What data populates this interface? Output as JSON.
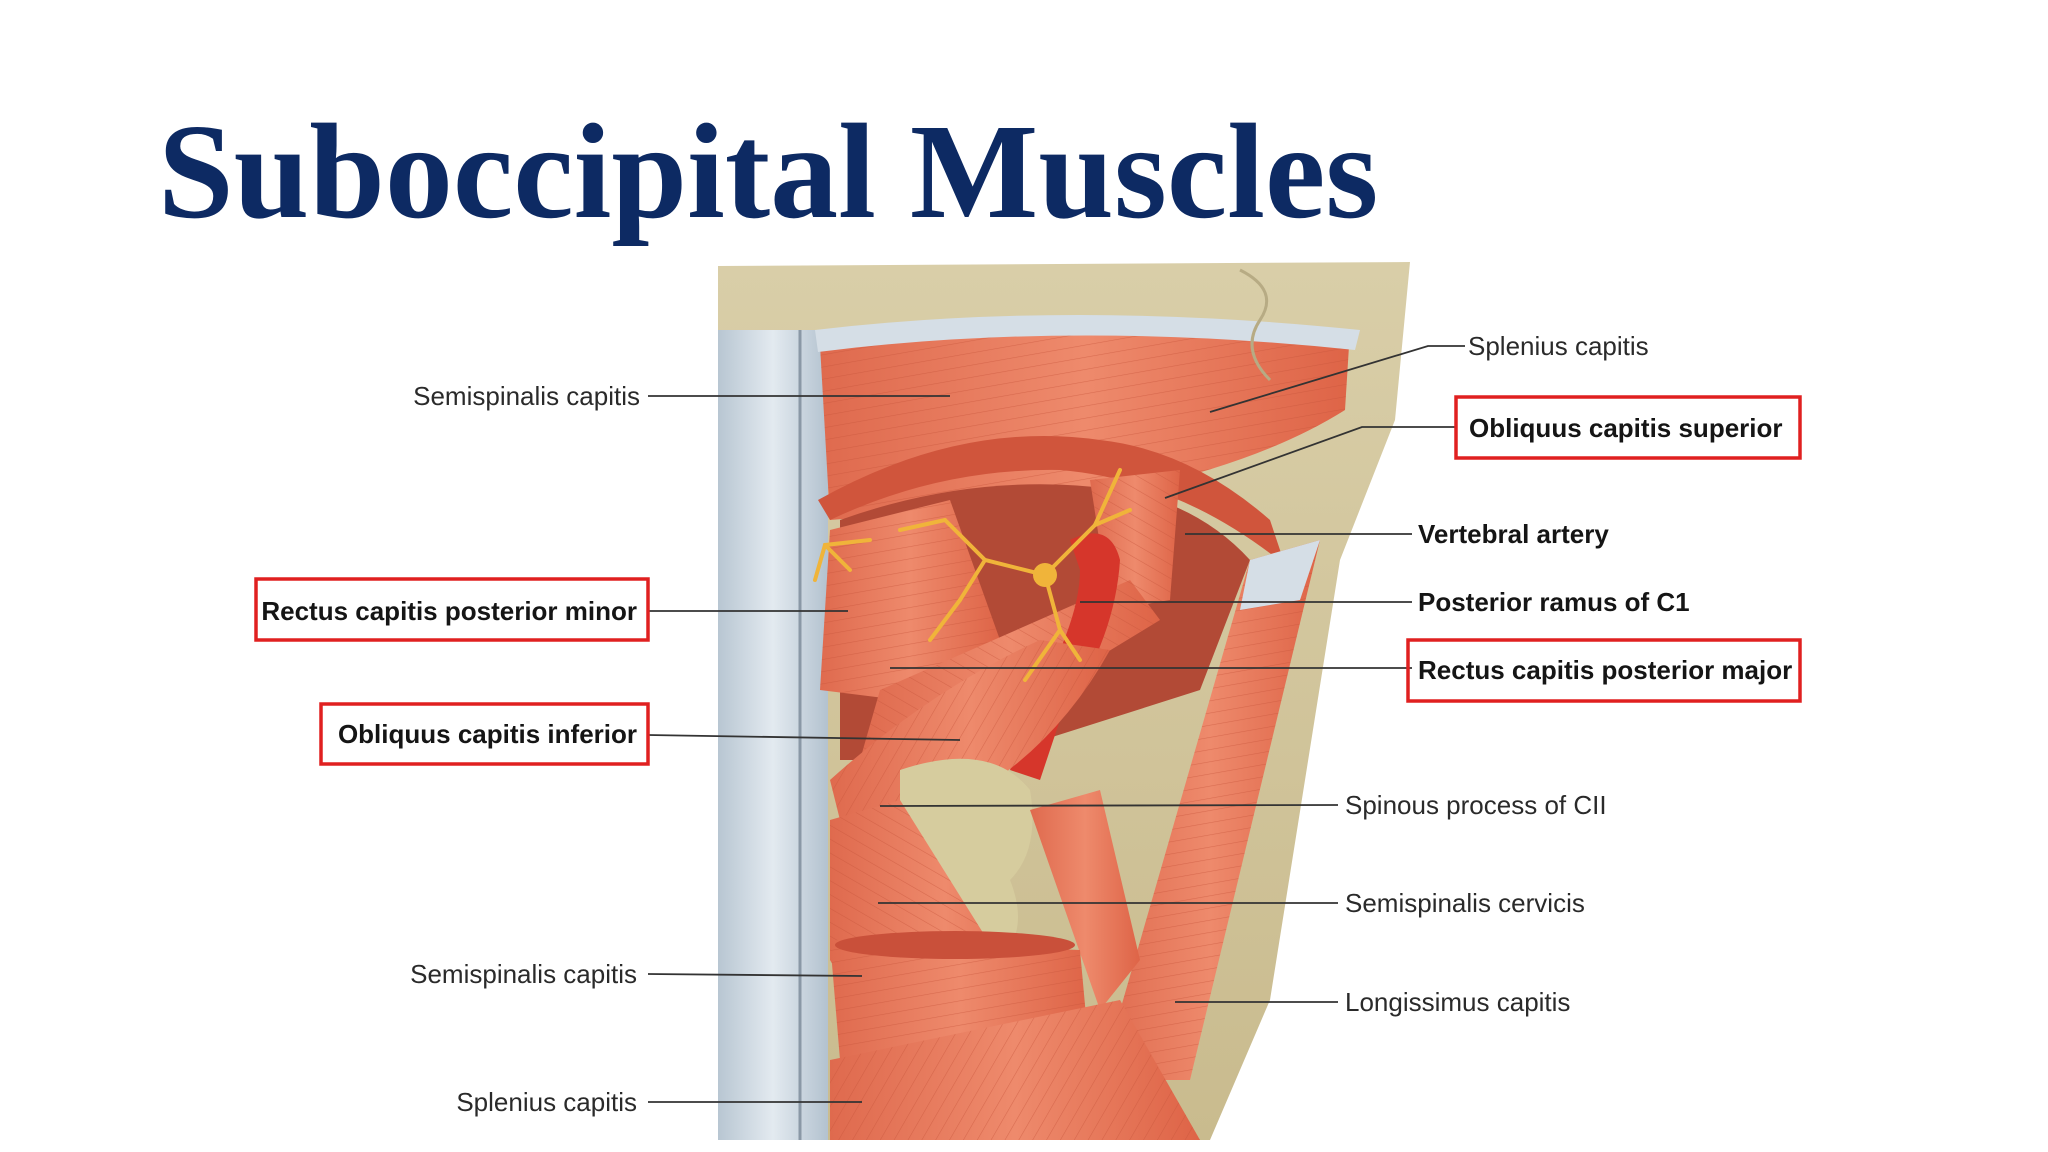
{
  "title": "Suboccipital Muscles",
  "colors": {
    "title": "#0d2a63",
    "highlight_box": "#e02020",
    "muscle": "#e8765a",
    "muscle_dark": "#c9503a",
    "tendon": "#c8d3dc",
    "bone": "#d8cda6",
    "artery": "#d6362b",
    "nerve": "#f0b43a"
  },
  "labels_left": [
    {
      "text": "Semispinalis capitis",
      "highlighted": false
    },
    {
      "text": "Rectus capitis posterior minor",
      "highlighted": true
    },
    {
      "text": "Obliquus capitis inferior",
      "highlighted": true
    },
    {
      "text": "Semispinalis capitis",
      "highlighted": false
    },
    {
      "text": "Splenius capitis",
      "highlighted": false
    }
  ],
  "labels_right": [
    {
      "text": "Splenius capitis",
      "highlighted": false
    },
    {
      "text": "Obliquus capitis superior",
      "highlighted": true
    },
    {
      "text": "Vertebral artery",
      "highlighted": false
    },
    {
      "text": "Posterior ramus of C1",
      "highlighted": false
    },
    {
      "text": "Rectus capitis posterior major",
      "highlighted": true
    },
    {
      "text": "Spinous process of CII",
      "highlighted": false
    },
    {
      "text": "Semispinalis cervicis",
      "highlighted": false
    },
    {
      "text": "Longissimus capitis",
      "highlighted": false
    }
  ]
}
